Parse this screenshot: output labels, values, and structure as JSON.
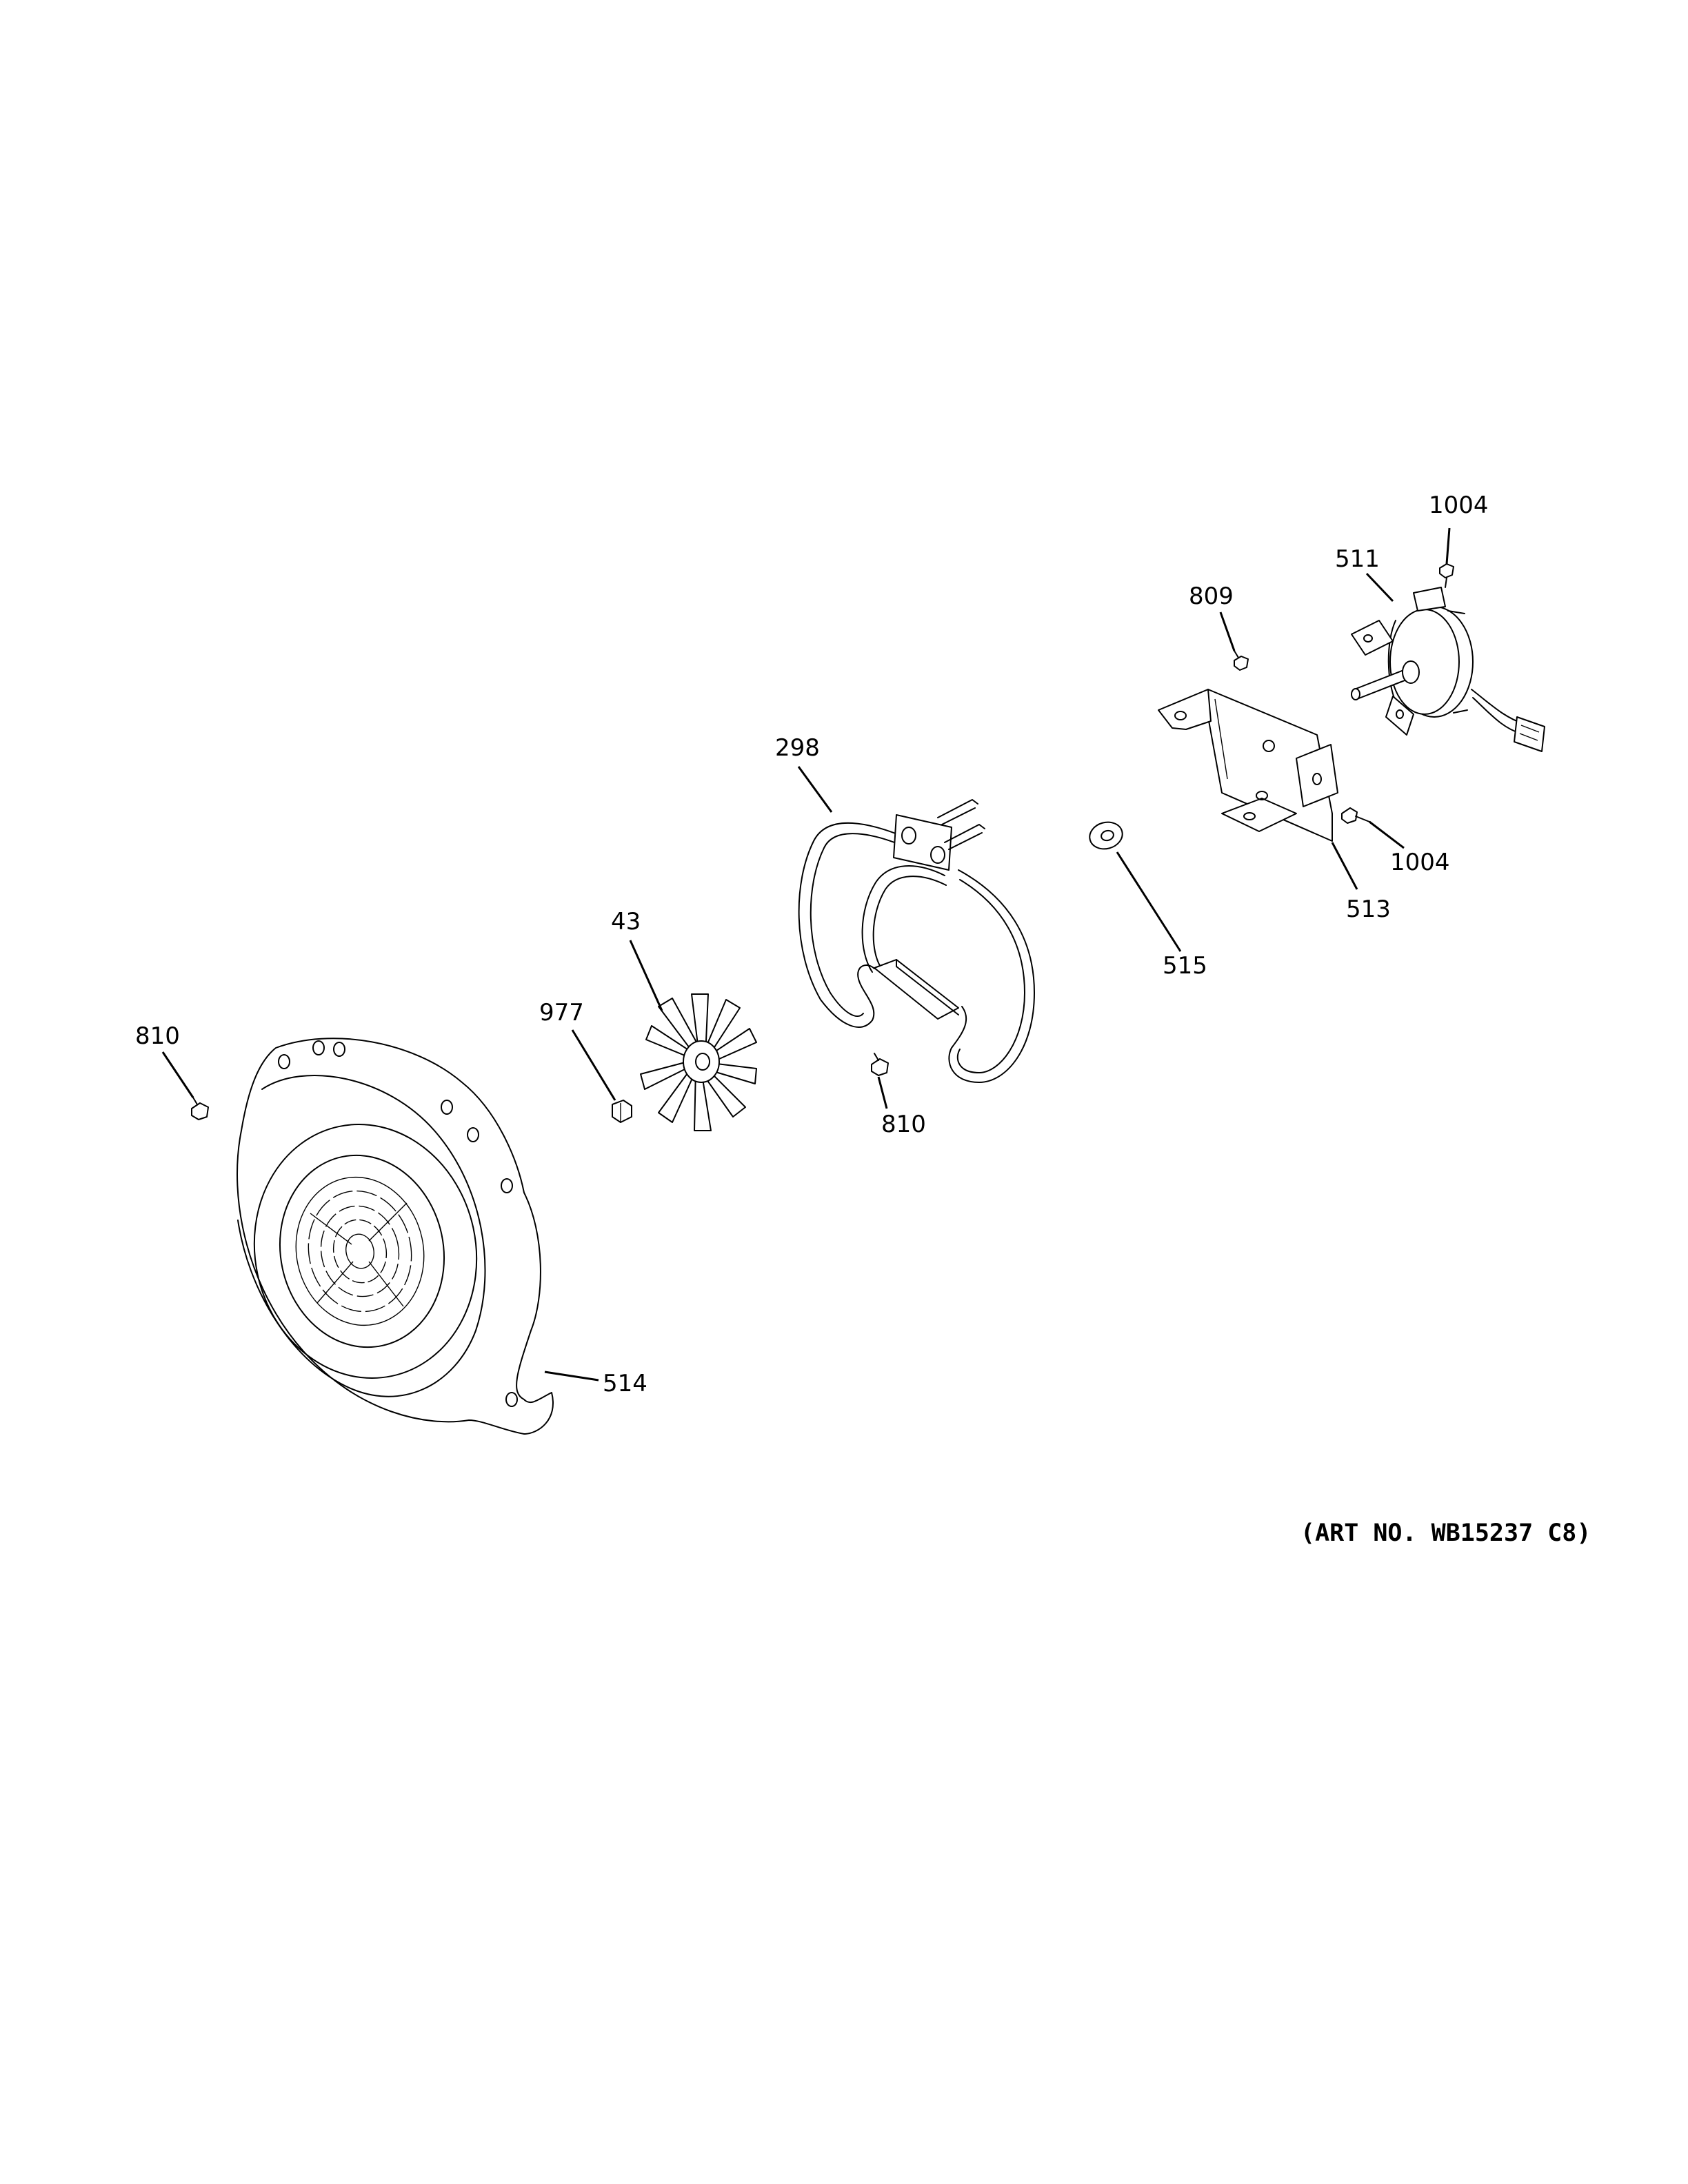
{
  "parts": {
    "p1004_top": "1004",
    "p511": "511",
    "p809": "809",
    "p298": "298",
    "p1004_right": "1004",
    "p513": "513",
    "p515": "515",
    "p43": "43",
    "p977": "977",
    "p810_left": "810",
    "p810_mid": "810",
    "p514": "514"
  },
  "art_number": "(ART NO. WB15237 C8)"
}
